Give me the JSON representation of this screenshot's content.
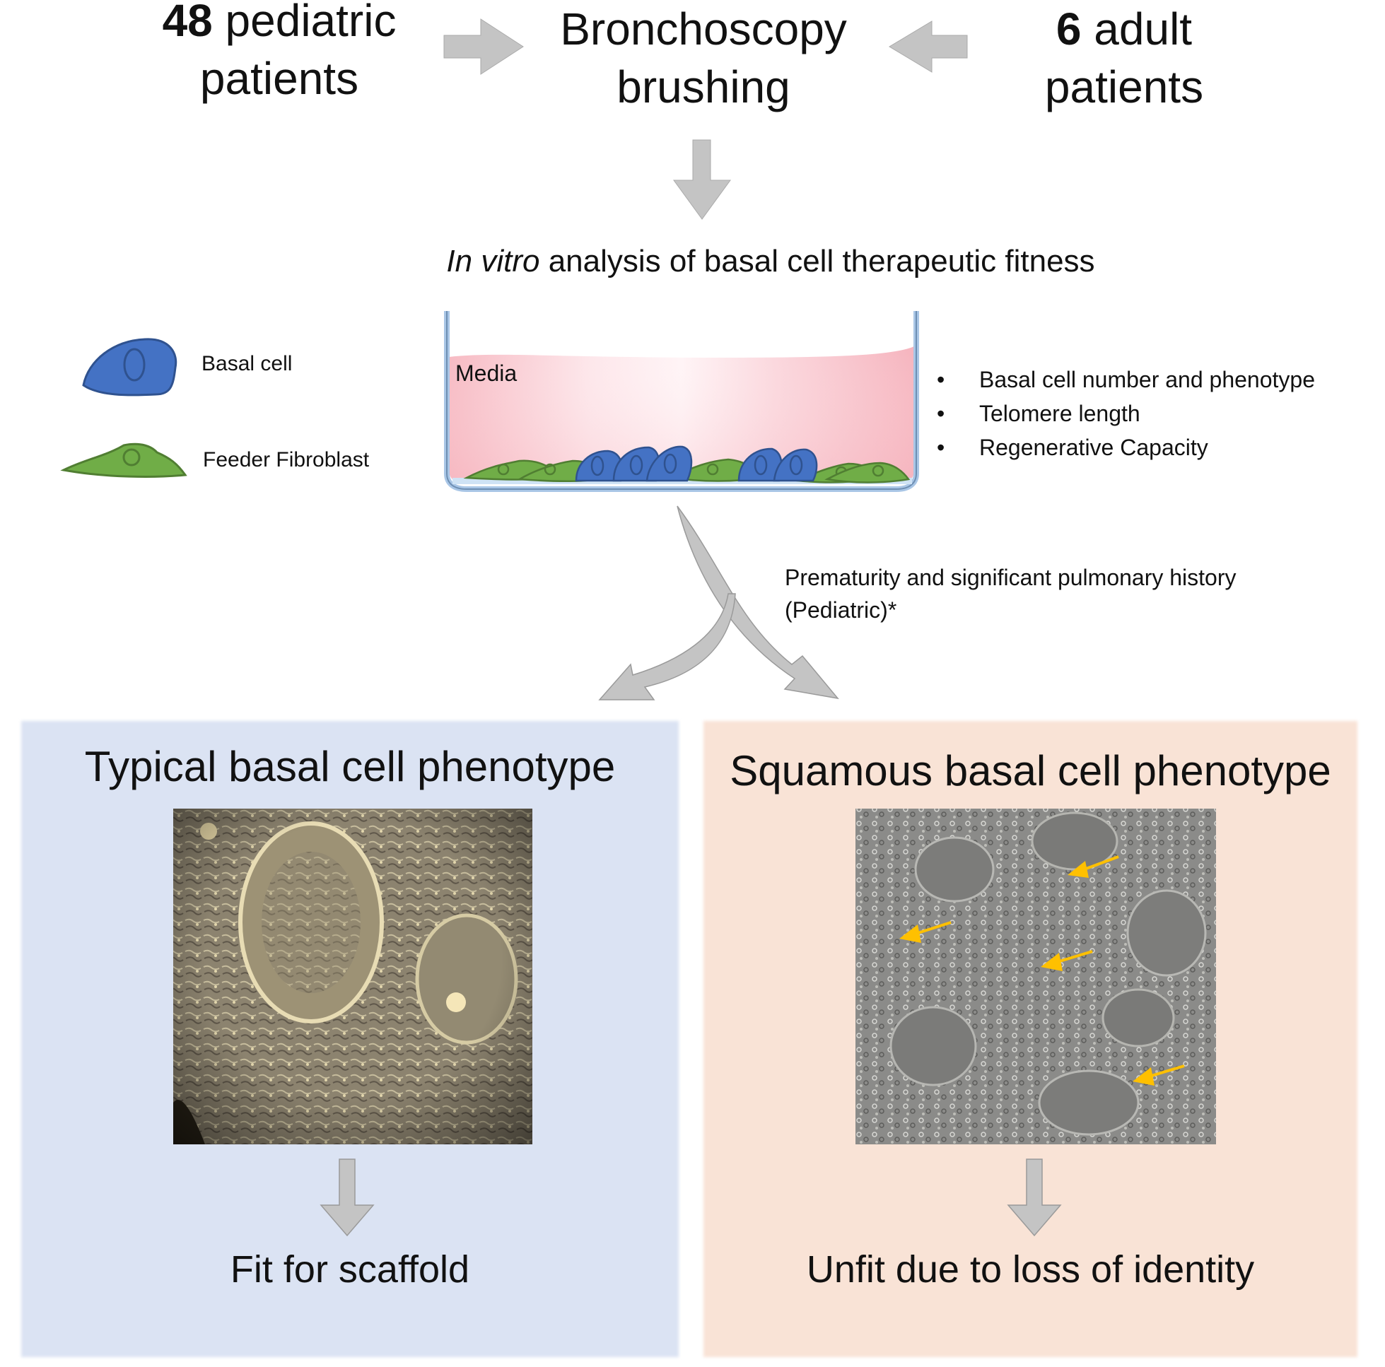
{
  "top": {
    "left_number": "48",
    "left_rest": " pediatric",
    "left_line2": "patients",
    "center_line1": "Bronchoscopy",
    "center_line2": "brushing",
    "right_number": "6",
    "right_rest": " adult",
    "right_line2": "patients"
  },
  "analysis": {
    "italic": "In vitro",
    "rest": " analysis of basal cell therapeutic fitness"
  },
  "legend": {
    "basal": "Basal cell",
    "feeder": "Feeder Fibroblast"
  },
  "dish": {
    "media_label": "Media"
  },
  "bullets": [
    "Basal cell number and phenotype",
    "Telomere length",
    "Regenerative Capacity"
  ],
  "branch_label": {
    "line1": "Prematurity and significant pulmonary history",
    "line2": "(Pediatric)*"
  },
  "panels": {
    "left": {
      "title": "Typical basal cell phenotype",
      "footer": "Fit for scaffold",
      "color": "#dbe3f3"
    },
    "right": {
      "title": "Squamous basal cell phenotype",
      "footer": "Unfit due to  loss of identity",
      "color": "#f9e3d6"
    }
  },
  "colors": {
    "arrow": "#c4c4c4",
    "basal_cell": "#4472c4",
    "fibroblast": "#70ad47",
    "media": "#f8bcc4",
    "marker_arrow": "#ffc000"
  }
}
